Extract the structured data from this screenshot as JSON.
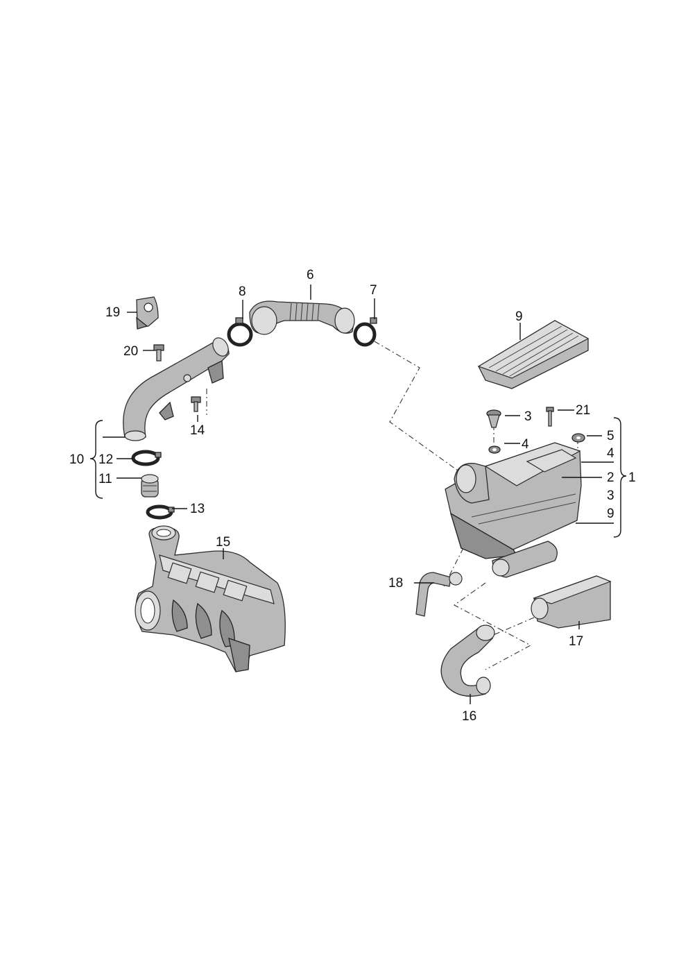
{
  "callouts": {
    "c1": "1",
    "c2": "2",
    "c3a": "3",
    "c3b": "3",
    "c4a": "4",
    "c4b": "4",
    "c5": "5",
    "c6": "6",
    "c7": "7",
    "c8": "8",
    "c9a": "9",
    "c9b": "9",
    "c10": "10",
    "c11": "11",
    "c12": "12",
    "c13": "13",
    "c14": "14",
    "c15": "15",
    "c16": "16",
    "c17": "17",
    "c18": "18",
    "c19": "19",
    "c20": "20",
    "c21": "21"
  }
}
